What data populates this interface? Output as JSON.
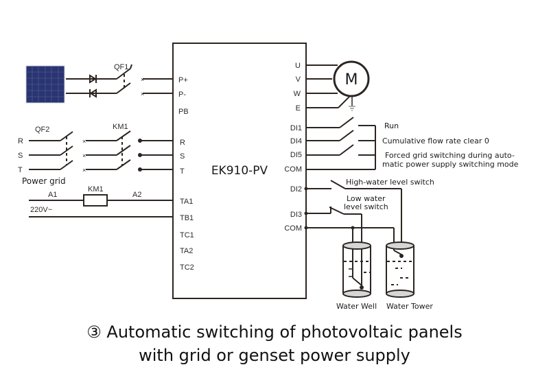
{
  "drive": {
    "model": "EK910-PV",
    "left_terminals": [
      "P+",
      "P-",
      "PB",
      "R",
      "S",
      "T",
      "TA1",
      "TB1",
      "TC1",
      "TA2",
      "TC2"
    ],
    "right_terminals": [
      "U",
      "V",
      "W",
      "E",
      "DI1",
      "DI4",
      "DI5",
      "COM",
      "DI2",
      "DI3",
      "COM"
    ]
  },
  "motor": {
    "label": "M"
  },
  "pv": {
    "breaker": "QF1"
  },
  "grid": {
    "breaker": "QF2",
    "contactor": "KM1",
    "phases": [
      "R",
      "S",
      "T"
    ],
    "label": "Power grid"
  },
  "coil": {
    "label": "KM1",
    "a1": "A1",
    "a2": "A2",
    "voltage": "220V~"
  },
  "inputs": {
    "run": "Run",
    "clear": "Cumulative flow rate clear 0",
    "forced_line1": "Forced grid switching during auto-",
    "forced_line2": "matic power supply switching mode"
  },
  "level": {
    "high_switch": "High-water level switch",
    "low_switch_line1": "Low water",
    "low_switch_line2": "level switch",
    "well": "Water Well",
    "tower": "Water Tower"
  },
  "caption": {
    "line1": "③ Automatic switching of photovoltaic panels",
    "line2": "with grid or genset power supply"
  }
}
